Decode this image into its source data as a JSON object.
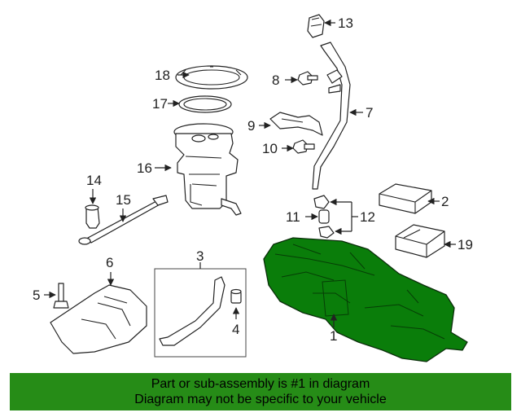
{
  "callouts": {
    "c1": "1",
    "c2": "2",
    "c3": "3",
    "c4": "4",
    "c5": "5",
    "c6": "6",
    "c7": "7",
    "c8": "8",
    "c9": "9",
    "c10": "10",
    "c11": "11",
    "c12": "12",
    "c13": "13",
    "c14": "14",
    "c15": "15",
    "c16": "16",
    "c17": "17",
    "c18": "18",
    "c19": "19"
  },
  "highlight_color": "#0a7d0a",
  "banner": {
    "line1": "Part or sub-assembly is #1 in diagram",
    "line2": "Diagram may not be specific to your vehicle",
    "background": "#268c17"
  }
}
